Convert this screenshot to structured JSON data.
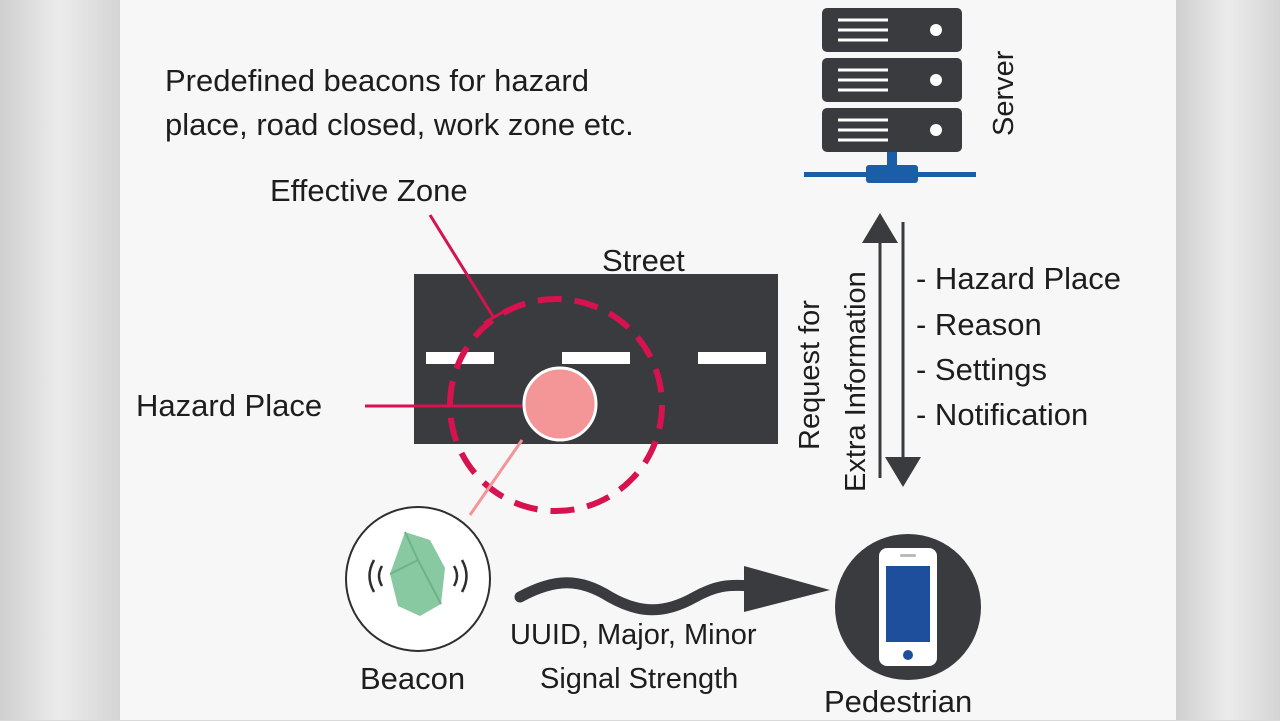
{
  "intro": {
    "line1": "Predefined beacons for hazard",
    "line2": "place, road closed, work zone etc."
  },
  "labels": {
    "effective_zone": "Effective Zone",
    "street": "Street",
    "hazard_place": "Hazard Place",
    "beacon": "Beacon",
    "pedestrian": "Pedestrian",
    "server": "Server"
  },
  "request": {
    "line1": "Request for",
    "line2": "Extra Information"
  },
  "response_items": [
    "- Hazard Place",
    "- Reason",
    "- Settings",
    "- Notification"
  ],
  "signal": {
    "line1": "UUID, Major, Minor",
    "line2": "Signal Strength"
  },
  "colors": {
    "accent_red": "#d6124f",
    "road": "#3a3b3e",
    "hazard_fill": "#f49597",
    "beacon_green": "#88c9a1",
    "phone_blue": "#1d4f9c",
    "server_dark": "#3a3b3e",
    "server_connector": "#1b5ea8"
  }
}
